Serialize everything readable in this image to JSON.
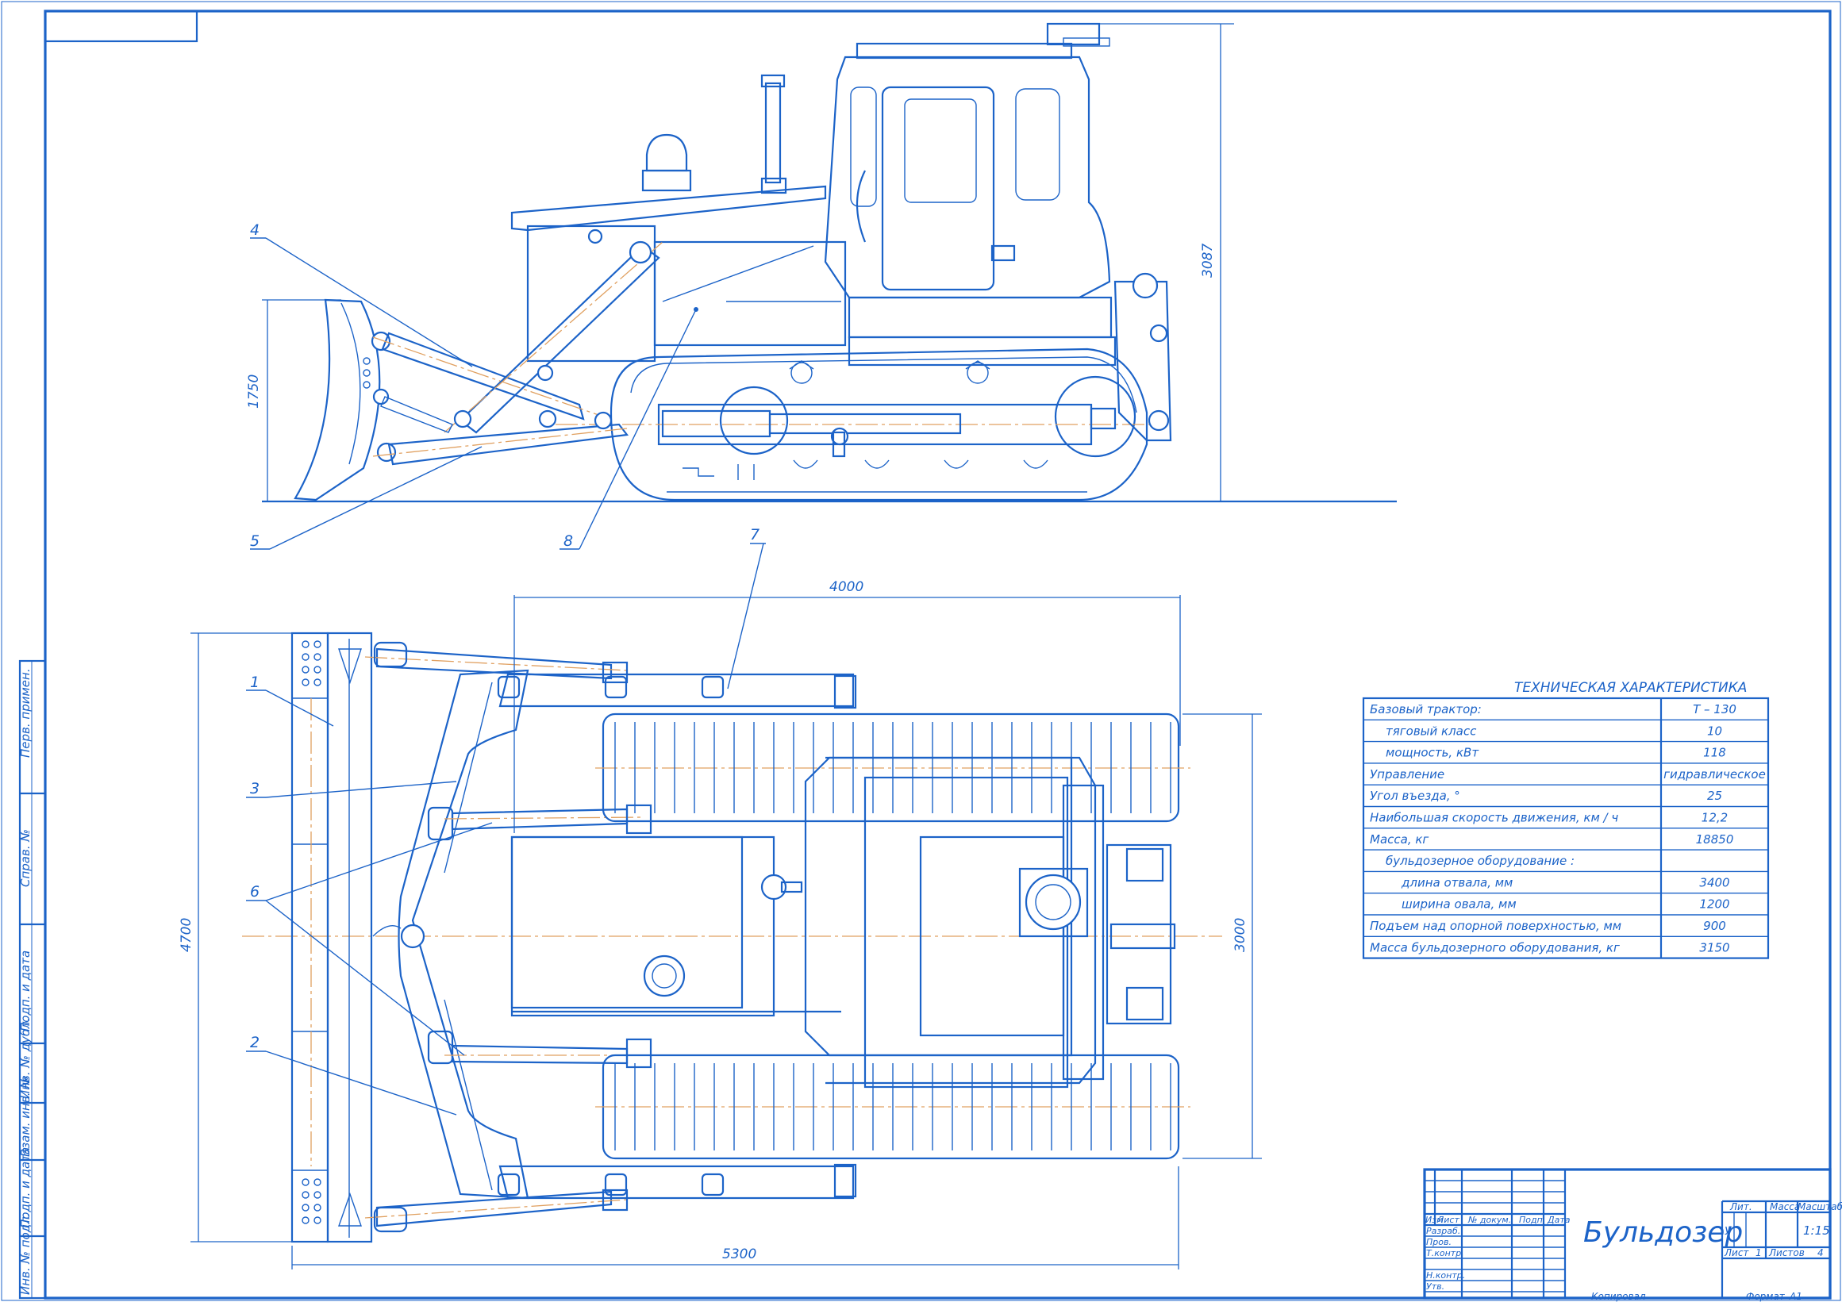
{
  "drawing": {
    "dimensions": {
      "height_total": "3087",
      "blade_height": "1750",
      "plan_length": "4000",
      "overall_length": "5300",
      "overall_width": "4700",
      "track_width": "3000"
    },
    "callouts": [
      "1",
      "2",
      "3",
      "4",
      "5",
      "6",
      "7",
      "8"
    ]
  },
  "side_labels": {
    "perv_primen": "Перв. примен.",
    "sprav": "Справ. №",
    "podp_data_1": "Подп. и дата",
    "inv_dubl": "Инв. № дубл.",
    "vzam_inv": "Взам. инв. №",
    "podp_data_2": "Подп. и дата",
    "inv_podl": "Инв. № подл."
  },
  "spec_table": {
    "title": "ТЕХНИЧЕСКАЯ ХАРАКТЕРИСТИКА",
    "rows": [
      {
        "label": "Базовый трактор:",
        "value": "Т – 130",
        "indent": 0
      },
      {
        "label": "тяговый класс",
        "value": "10",
        "indent": 1
      },
      {
        "label": "мощность, кВт",
        "value": "118",
        "indent": 1
      },
      {
        "label": "Управление",
        "value": "гидравлическое",
        "indent": 0
      },
      {
        "label": "Угол въезда, °",
        "value": "25",
        "indent": 0
      },
      {
        "label": "Наибольшая скорость движения, км / ч",
        "value": "12,2",
        "indent": 0
      },
      {
        "label": "Масса, кг",
        "value": "18850",
        "indent": 0
      },
      {
        "label": "бульдозерное оборудование      :",
        "value": "",
        "indent": 1
      },
      {
        "label": "длина отвала, мм",
        "value": "3400",
        "indent": 2
      },
      {
        "label": "ширина овала, мм",
        "value": "1200",
        "indent": 2
      },
      {
        "label": "Подъем над опорной поверхностью, мм",
        "value": "900",
        "indent": 0
      },
      {
        "label": "Масса бульдозерного оборудования, кг",
        "value": "3150",
        "indent": 0
      }
    ]
  },
  "title_block": {
    "name": "Бульдозер",
    "col_izm": "Изм",
    "col_list": "Лист",
    "col_doc": "№ докум.",
    "col_podp": "Подп.",
    "col_data": "Дата",
    "razrab": "Разраб.",
    "prov": "Пров.",
    "tkontr": "Т.контр.",
    "nkontr": "Н.контр.",
    "utv": "Утв.",
    "lit": "Лит.",
    "massa": "Масса",
    "masshtab": "Масштаб",
    "lit_value": "У",
    "scale": "1:15",
    "sheet_label": "Лист",
    "sheet_no": "1",
    "sheets_label": "Листов",
    "sheets_total": "4",
    "kopiroval": "Копировал",
    "format_label": "Формат",
    "format_value": "А1"
  }
}
